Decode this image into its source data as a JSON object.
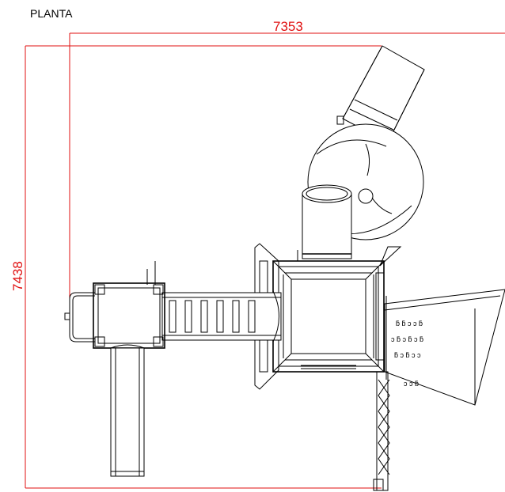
{
  "title": "PLANTA",
  "dimensions": {
    "width_label": "7353",
    "depth_label": "7438"
  },
  "colors": {
    "dimension_line": "#e01010",
    "drawing_line": "#000000",
    "background": "#ffffff"
  }
}
